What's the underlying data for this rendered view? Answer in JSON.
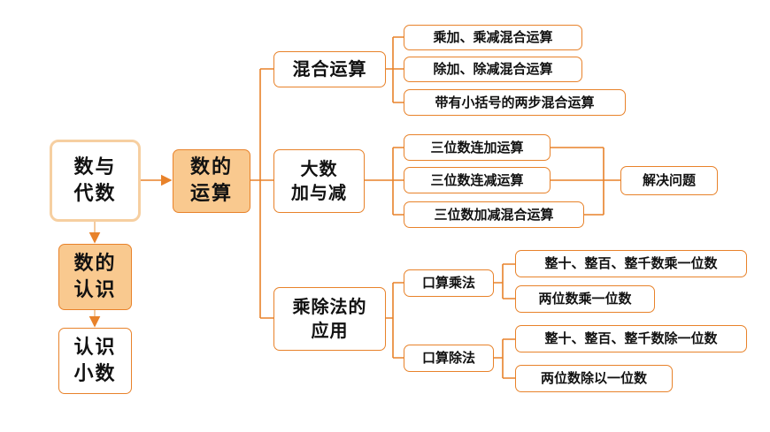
{
  "nodes": {
    "shu_yu_dai_shu": {
      "line1": "数与",
      "line2": "代数"
    },
    "shu_de_ren_shi": {
      "line1": "数的",
      "line2": "认识"
    },
    "ren_shi_xiao_shu": {
      "line1": "认识",
      "line2": "小数"
    },
    "shu_de_yun_suan": {
      "line1": "数的",
      "line2": "运算"
    },
    "hun_he_yun_suan": {
      "label": "混合运算"
    },
    "da_shu_jia_yu_jian": {
      "line1": "大数",
      "line2": "加与减"
    },
    "cheng_chu_fa_de_ying_yong": {
      "line1": "乘除法的",
      "line2": "应用"
    },
    "hun_he_items": [
      "乘加、乘减混合运算",
      "除加、除减混合运算",
      "带有小括号的两步混合运算"
    ],
    "da_shu_items": [
      "三位数连加运算",
      "三位数连减运算",
      "三位数加减混合运算"
    ],
    "jie_jue_wen_ti": {
      "label": "解决问题"
    },
    "kou_suan_cheng_fa": {
      "label": "口算乘法"
    },
    "kou_suan_chu_fa": {
      "label": "口算除法"
    },
    "cheng_fa_items": [
      "整十、整百、整千数乘一位数",
      "两位数乘一位数"
    ],
    "chu_fa_items": [
      "整十、整百、整千数除一位数",
      "两位数除以一位数"
    ]
  },
  "colors": {
    "accent": "#e8822a",
    "fill": "#f9c98f",
    "soft_border": "#f6cfa1"
  }
}
